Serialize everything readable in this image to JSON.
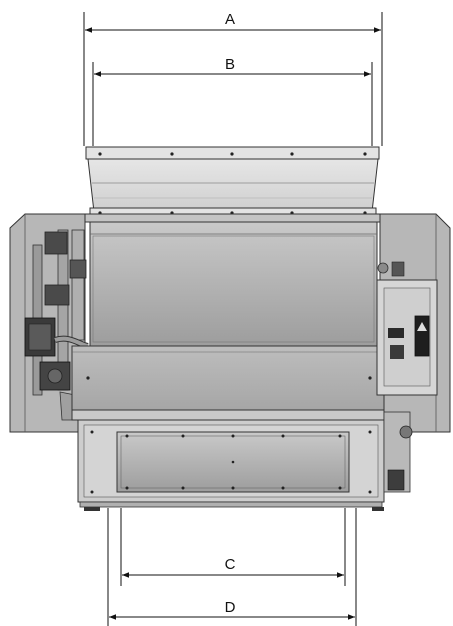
{
  "dimensions": [
    {
      "id": "dim-a",
      "label": "A"
    },
    {
      "id": "dim-b",
      "label": "B"
    },
    {
      "id": "dim-c",
      "label": "C"
    },
    {
      "id": "dim-d",
      "label": "D"
    }
  ]
}
